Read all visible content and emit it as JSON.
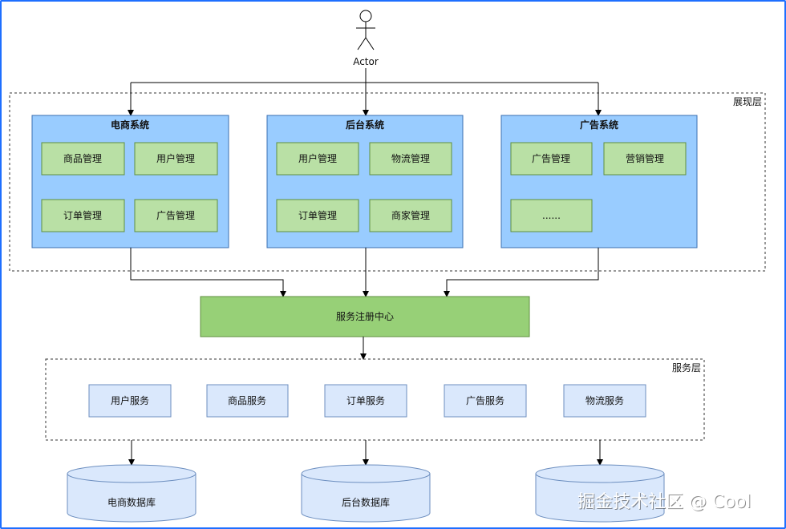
{
  "actor": {
    "label": "Actor"
  },
  "layers": {
    "presentation": "展现层",
    "service": "服务层"
  },
  "systems": [
    {
      "title": "电商系统",
      "modules": [
        "商品管理",
        "用户管理",
        "订单管理",
        "广告管理"
      ]
    },
    {
      "title": "后台系统",
      "modules": [
        "用户管理",
        "物流管理",
        "订单管理",
        "商家管理"
      ]
    },
    {
      "title": "广告系统",
      "modules": [
        "广告管理",
        "营销管理",
        "......"
      ]
    }
  ],
  "registry": {
    "label": "服务注册中心"
  },
  "services": [
    "用户服务",
    "商品服务",
    "订单服务",
    "广告服务",
    "物流服务"
  ],
  "databases": [
    "电商数据库",
    "后台数据库",
    ""
  ],
  "watermark": {
    "text": "掘金技术社区 @ Cool"
  },
  "colors": {
    "system_fill": "#99ccff",
    "system_stroke": "#3b6fb0",
    "module_fill": "#b9e0a5",
    "module_stroke": "#5f8f3f",
    "registry_fill": "#97d077",
    "registry_stroke": "#5f8f3f",
    "service_fill": "#dae8fc",
    "service_stroke": "#6c8ebf",
    "db_fill": "#dae8fc",
    "db_stroke": "#6c8ebf"
  }
}
